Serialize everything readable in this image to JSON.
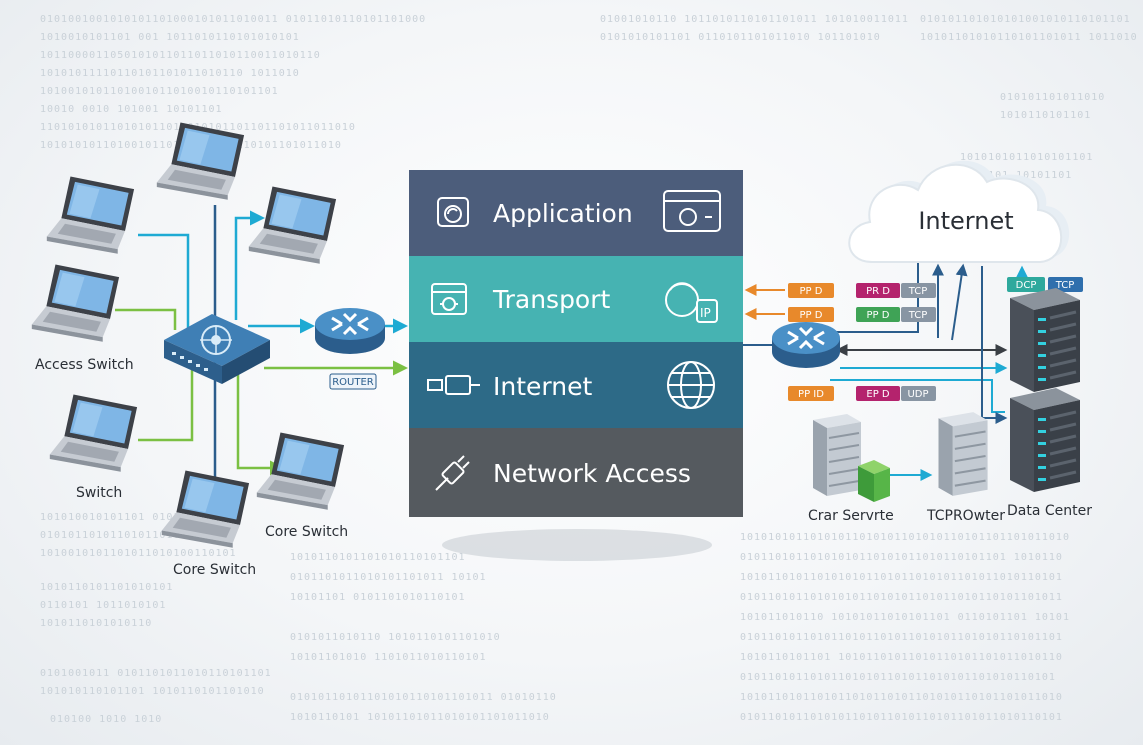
{
  "layers": [
    {
      "label": "Application",
      "color": "#4c5d7b",
      "icon": "application-icon"
    },
    {
      "label": "Transport",
      "color": "#46b3b2",
      "icon": "transport-icon"
    },
    {
      "label": "Internet",
      "color": "#2d6a87",
      "icon": "globe-icon"
    },
    {
      "label": "Network Access",
      "color": "#555a5f",
      "icon": "plug-icon"
    }
  ],
  "left_labels": {
    "access_switch": "Access Switch",
    "switch": "Switch",
    "core_switch_right": "Core Switch",
    "core_switch_bottom": "Core Switch",
    "router": "ROUTER"
  },
  "right_labels": {
    "cloud": "Internet",
    "server_1": "Crar Servrte",
    "server_2": "TCPROwter",
    "data_center": "Data Center"
  },
  "packet_tags": [
    [
      "PP D",
      "PR D",
      "TCP"
    ],
    [
      "PP D",
      "PP D",
      "TCP"
    ],
    [
      "PP ID",
      "EP D",
      "UDP"
    ]
  ],
  "top_tags": [
    "DCP",
    "TCP"
  ],
  "colors": {
    "orange": "#e8892b",
    "magenta": "#b4236d",
    "green": "#3fa356",
    "gray_tag": "#8895a3",
    "teal_tag": "#2ea99d",
    "blue_tag": "#2f6fad",
    "cyan_line": "#1eaad3",
    "green_line": "#7bc043",
    "navy_line": "#2b5d8c"
  }
}
